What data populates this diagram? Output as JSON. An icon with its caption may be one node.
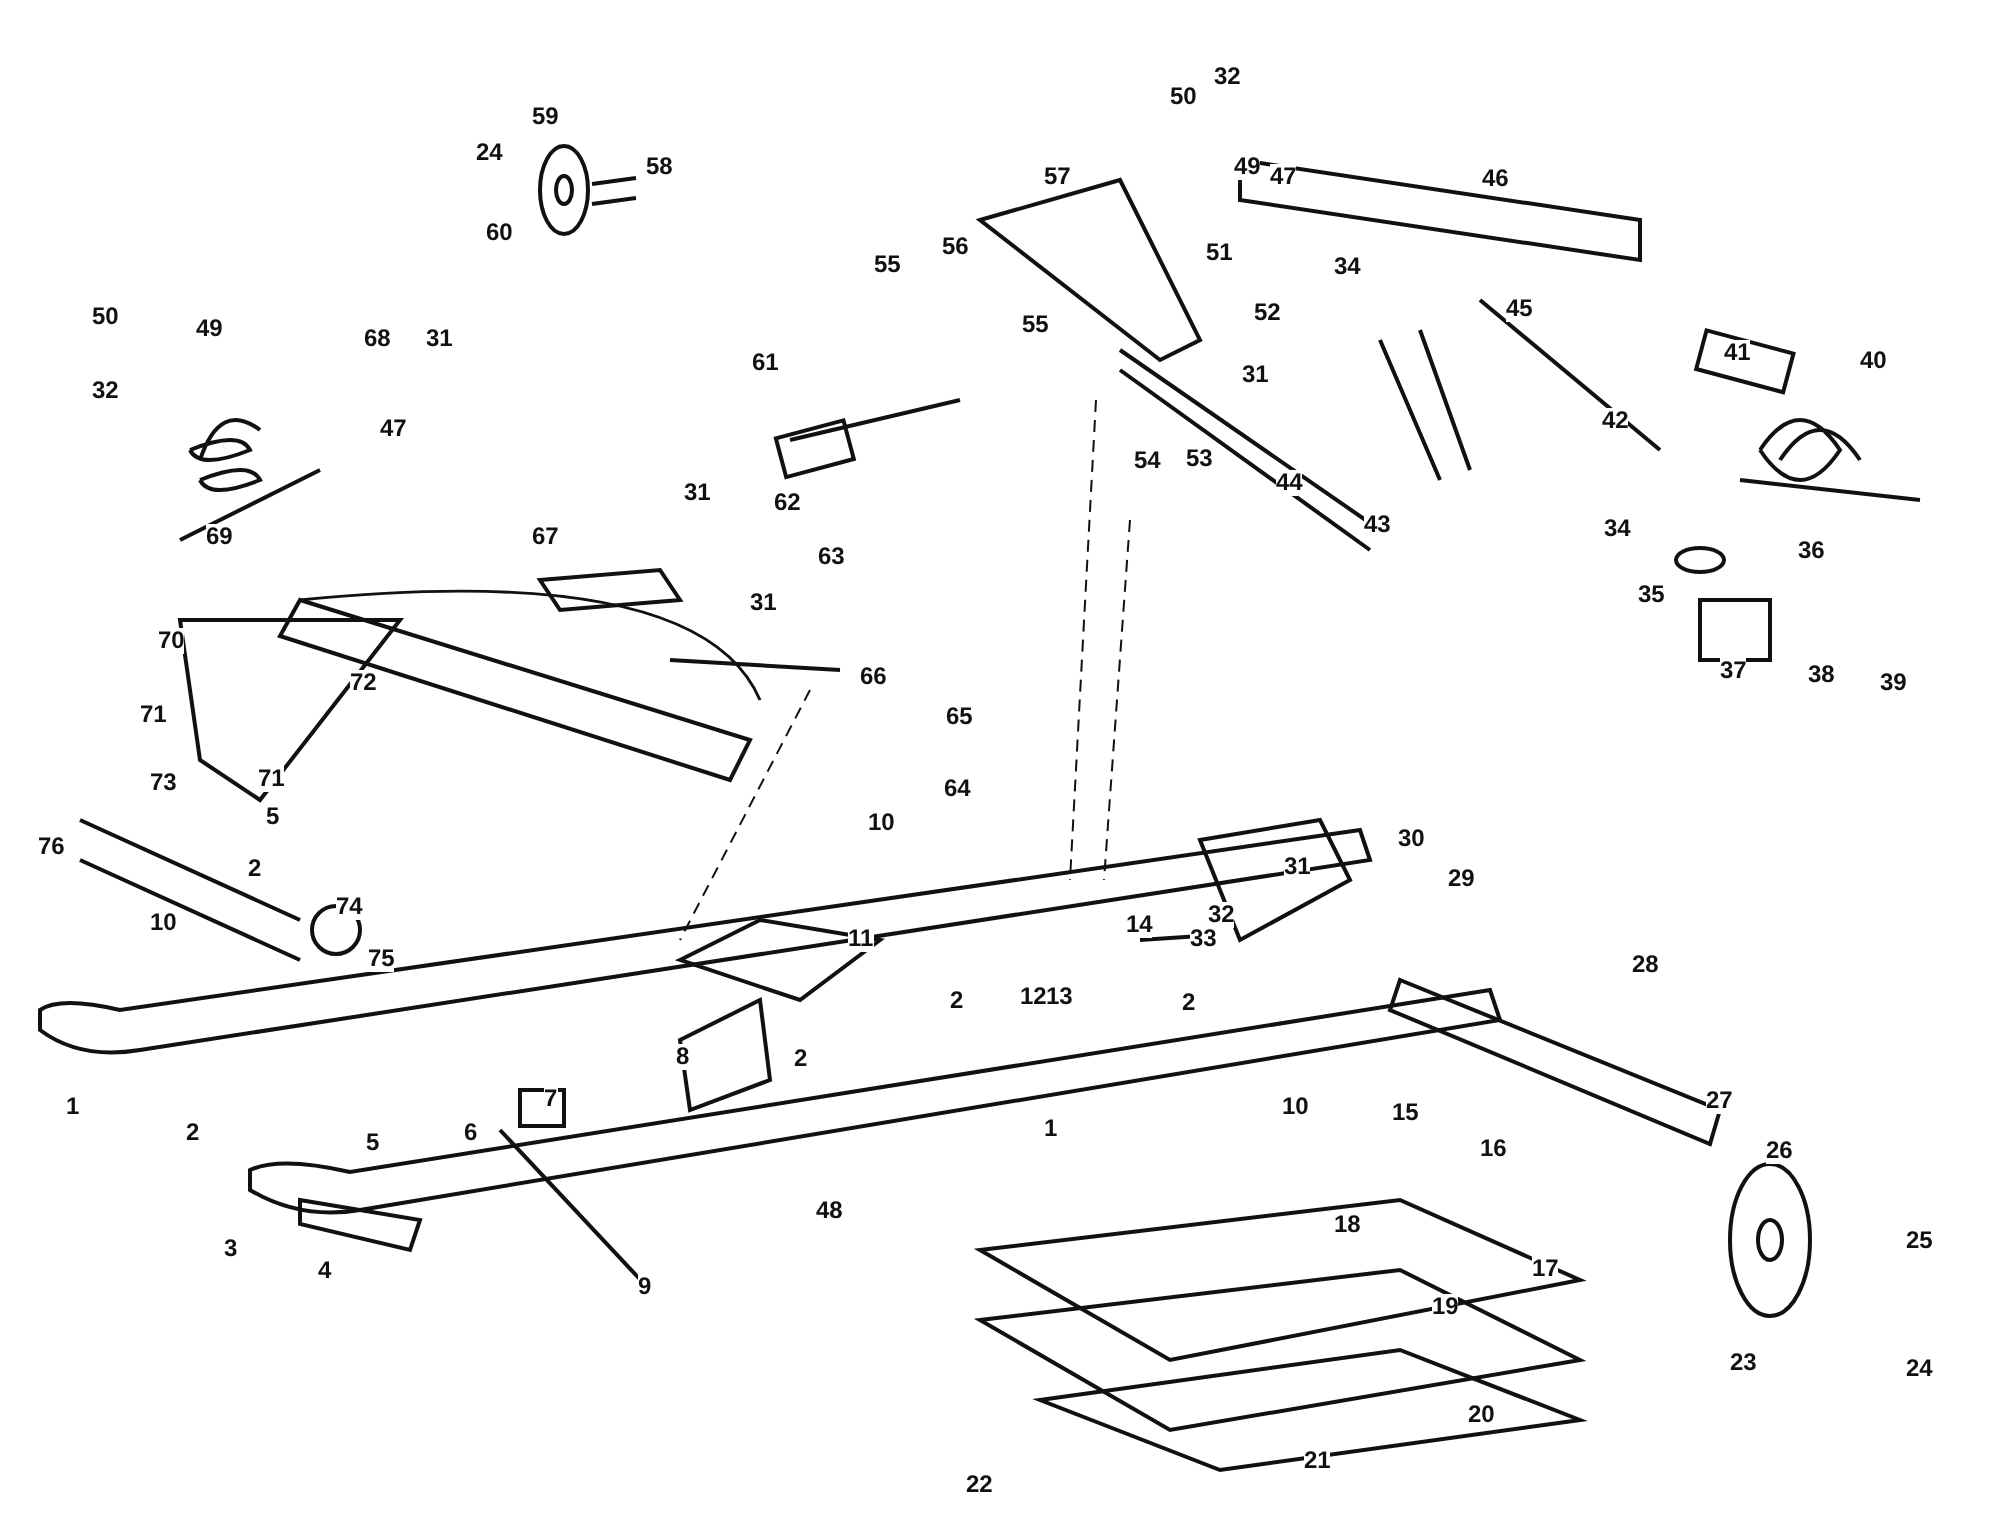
{
  "diagram": {
    "labels": [
      "59",
      "24",
      "50",
      "32",
      "60",
      "58",
      "57",
      "49",
      "47",
      "46",
      "56",
      "51",
      "34",
      "55",
      "45",
      "52",
      "50",
      "55",
      "49",
      "68",
      "31",
      "61",
      "31",
      "41",
      "40",
      "47",
      "32",
      "42",
      "53",
      "54",
      "44",
      "31",
      "62",
      "43",
      "34",
      "67",
      "69",
      "36",
      "63",
      "35",
      "31",
      "37",
      "38",
      "39",
      "70",
      "66",
      "65",
      "72",
      "71",
      "73",
      "71",
      "64",
      "10",
      "5",
      "30",
      "31",
      "29",
      "76",
      "2",
      "74",
      "32",
      "14",
      "33",
      "11",
      "10",
      "75",
      "28",
      "12",
      "13",
      "2",
      "2",
      "8",
      "2",
      "15",
      "10",
      "27",
      "7",
      "1",
      "2",
      "6",
      "5",
      "16",
      "26",
      "1",
      "48",
      "18",
      "25",
      "3",
      "17",
      "4",
      "9",
      "19",
      "23",
      "24",
      "20",
      "21",
      "22"
    ]
  }
}
